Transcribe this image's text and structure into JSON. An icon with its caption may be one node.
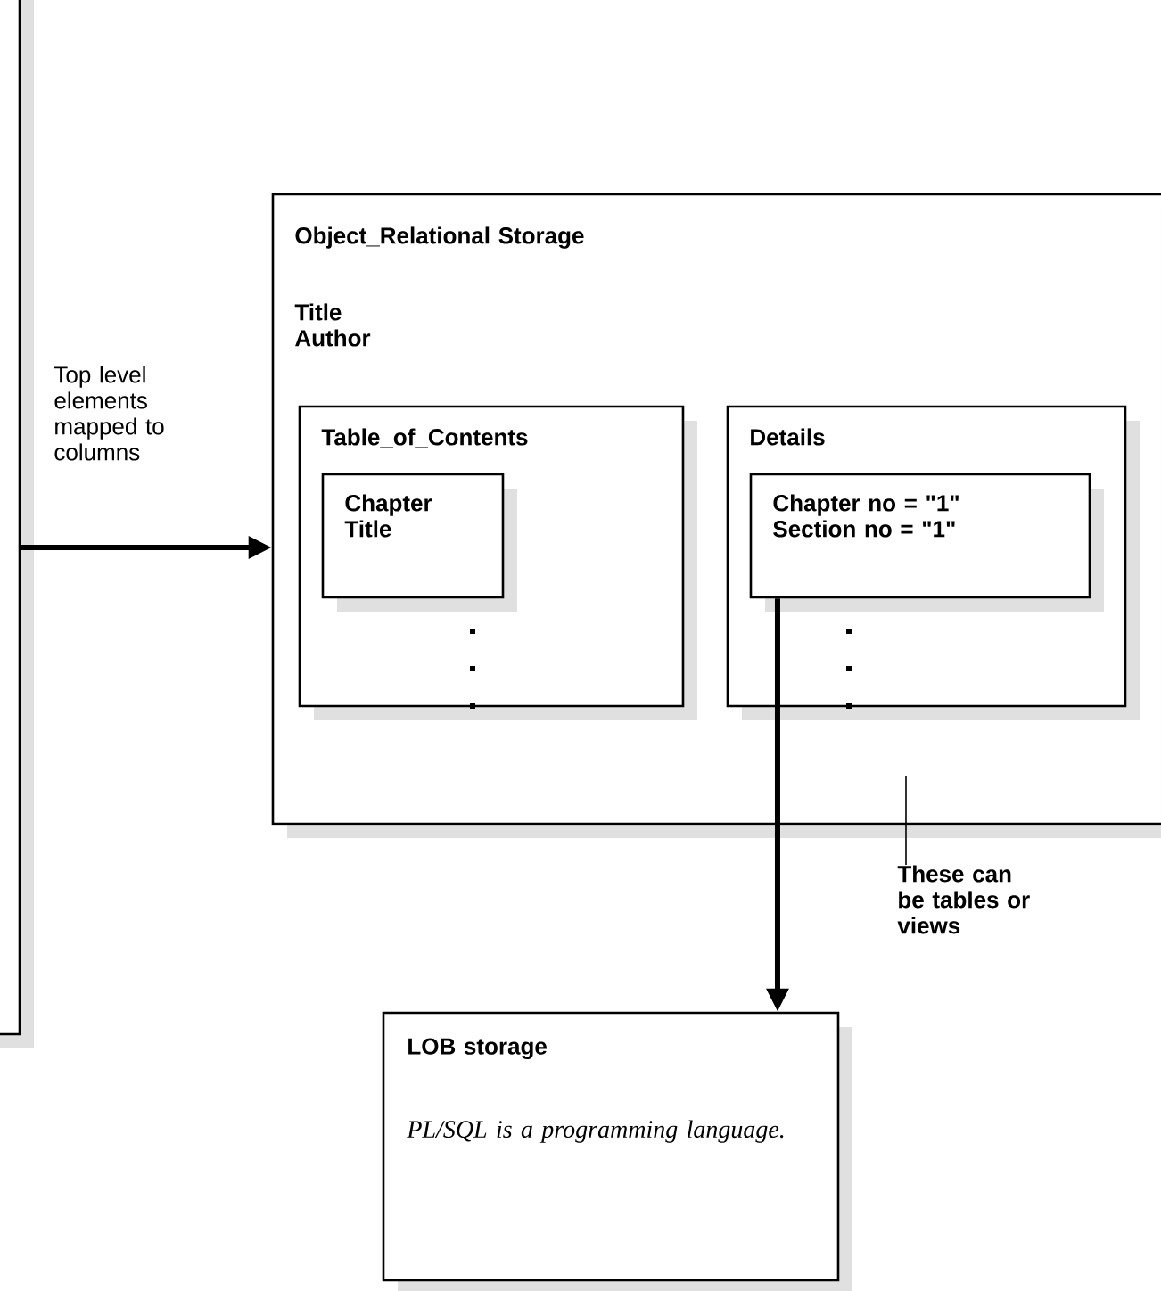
{
  "diagram": {
    "nodes": [
      {
        "text": [],
        "shape": "box"
      },
      {
        "text": [
          "Object_Relational Storage",
          "Title Author"
        ]
      },
      {
        "text": [
          "Table_of_Contents"
        ],
        "in": 1
      },
      {
        "text": [
          "Chapter Title"
        ],
        "in": 2
      },
      {
        "text": [
          "Details"
        ],
        "in": 1
      },
      {
        "text": [
          "Chapter no = \"1\" Section no = \"1\""
        ],
        "in": 4
      },
      {
        "text": [
          "LOB storage",
          "PL/SQL is a programming language."
        ]
      },
      {
        "text": [
          "These can be tables or views"
        ]
      }
    ],
    "edges": [
      {
        "from": 0,
        "to": 1,
        "arrow": "to",
        "label": "Top level elements mapped to columns"
      },
      {
        "from": 5,
        "to": 6,
        "arrow": "to"
      },
      {
        "from": 7,
        "to": null,
        "arrow": "none"
      }
    ]
  }
}
